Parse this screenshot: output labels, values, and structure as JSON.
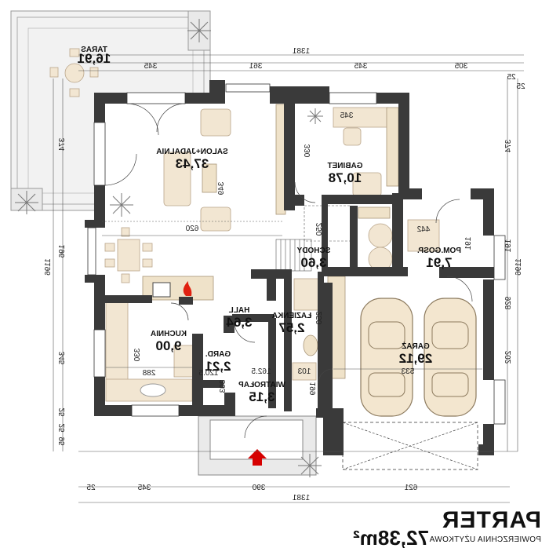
{
  "plan": {
    "title": "PARTER",
    "subtitle": "POWIERZCHNIA UŻYTKOWA",
    "total_area": "72,38m²",
    "rooms": [
      {
        "id": "taras",
        "name": "TARAS",
        "area": "16,91"
      },
      {
        "id": "salon",
        "name": "SALON+JADALNIA",
        "area": "37,43"
      },
      {
        "id": "gabinet",
        "name": "GABINET",
        "area": "10,78"
      },
      {
        "id": "schody",
        "name": "SCHODY",
        "area": "3,60"
      },
      {
        "id": "pom-gosp",
        "name": "POM.GOSP.",
        "area": "7,91"
      },
      {
        "id": "hall",
        "name": "HALL",
        "area": "3,64"
      },
      {
        "id": "lazienka",
        "name": "ŁAZIENKA",
        "area": "2,57"
      },
      {
        "id": "kuchnia",
        "name": "KUCHNIA",
        "area": "9,00"
      },
      {
        "id": "gard",
        "name": "GARD.",
        "area": "2,21"
      },
      {
        "id": "wiatrolap",
        "name": "WIATROŁAP",
        "area": "3,15"
      },
      {
        "id": "garaz",
        "name": "GARAŻ",
        "area": "29,12"
      }
    ],
    "dims_top": [
      "1381",
      "345",
      "361",
      "345",
      "305",
      "25",
      "25"
    ],
    "dims_bottom": [
      "1381",
      "25",
      "345",
      "390",
      "621"
    ],
    "dims_left": [
      "1196",
      "374",
      "196",
      "345",
      "25",
      "25",
      "95"
    ],
    "dims_right": [
      "1196",
      "374",
      "191",
      "202",
      "928"
    ],
    "inner_dims": [
      "345",
      "330",
      "349",
      "620",
      "250",
      "442",
      "191",
      "250",
      "330",
      "288",
      "120.5",
      "162.5",
      "303",
      "103",
      "199",
      "533"
    ]
  }
}
